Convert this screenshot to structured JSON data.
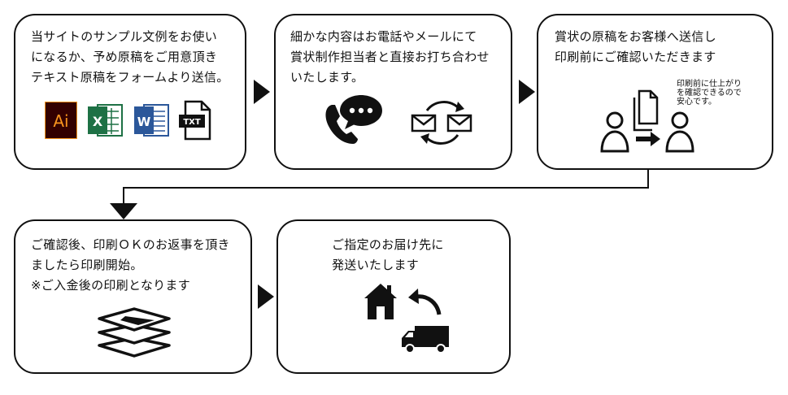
{
  "steps": [
    {
      "lines": [
        "当サイトのサンプル文例をお使い",
        "になるか、予め原稿をご用意頂き",
        "テキスト原稿をフォームより送信。"
      ],
      "file_icons": [
        {
          "label": "Ai",
          "color": "#f7931e",
          "bg": "#330000"
        },
        {
          "label": "X",
          "color": "#ffffff",
          "bg": "#1e7145"
        },
        {
          "label": "W",
          "color": "#ffffff",
          "bg": "#2b579a"
        },
        {
          "label": "TXT",
          "color": "#ffffff",
          "bg": "#111111"
        }
      ]
    },
    {
      "lines": [
        "細かな内容はお電話やメールにて",
        "賞状制作担当者と直接お打ち合わせ",
        "いたします。"
      ]
    },
    {
      "lines": [
        "賞状の原稿をお客様へ送信し",
        "印刷前にご確認いただきます"
      ],
      "note": [
        "印刷前に仕上がり",
        "を確認できるので",
        "安心です。"
      ]
    },
    {
      "lines": [
        "ご確認後、印刷ＯＫのお返事を頂き",
        "ましたら印刷開始。",
        " ※ご入金後の印刷となります"
      ]
    },
    {
      "lines": [
        "ご指定のお届け先に",
        "発送いたします"
      ]
    }
  ]
}
